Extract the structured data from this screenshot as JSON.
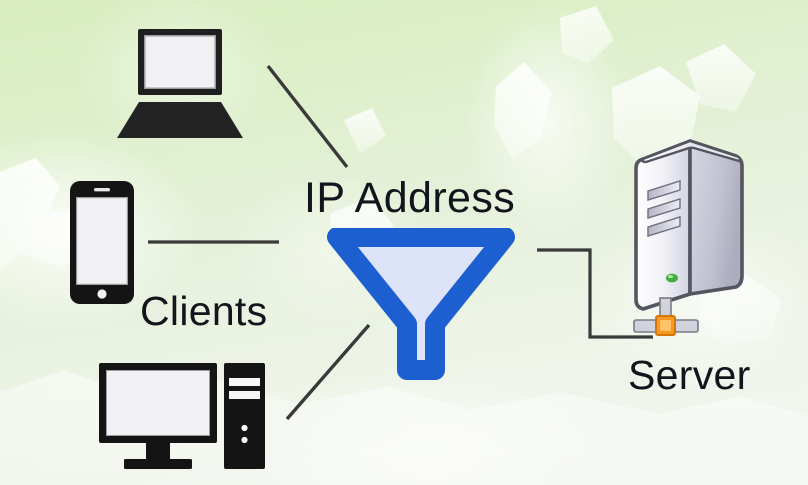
{
  "diagram": {
    "title_text": "IP Address",
    "background": {
      "style": "watercolor-green-gradient",
      "color_top": "#d8ecc0",
      "color_bottom": "#f2f5f0"
    },
    "colors": {
      "text": "#14151c",
      "connector": "#3a3a3a",
      "funnel_outline": "#1c5fd0",
      "funnel_fill": "#dde3f8",
      "device_body": "#1a1a1a",
      "device_screen": "#f1f1f4",
      "server_light": "#f4f4f8",
      "server_shade": "#b9b9cb",
      "server_outline": "#55555f",
      "server_led": "#3fae3f",
      "server_plug": "#f59a20"
    },
    "labels": [
      {
        "id": "ip-address",
        "text": "IP Address"
      },
      {
        "id": "clients",
        "text": "Clients"
      },
      {
        "id": "server",
        "text": "Server"
      }
    ],
    "nodes": [
      {
        "id": "laptop",
        "icon": "laptop-icon",
        "group": "clients"
      },
      {
        "id": "phone",
        "icon": "smartphone-icon",
        "group": "clients"
      },
      {
        "id": "desktop",
        "icon": "desktop-pc-icon",
        "group": "clients"
      },
      {
        "id": "funnel",
        "icon": "funnel-icon",
        "group": "ip-address"
      },
      {
        "id": "server",
        "icon": "server-tower-icon",
        "group": "server"
      }
    ],
    "connections": [
      {
        "id": "laptop-to-funnel",
        "from": "laptop",
        "to": "funnel",
        "style": "diagonal-line"
      },
      {
        "id": "phone-to-funnel",
        "from": "phone",
        "to": "funnel",
        "style": "horizontal-line"
      },
      {
        "id": "desktop-to-funnel",
        "from": "desktop",
        "to": "funnel",
        "style": "diagonal-line"
      },
      {
        "id": "funnel-to-server",
        "from": "funnel",
        "to": "server",
        "style": "elbow-line"
      }
    ]
  }
}
